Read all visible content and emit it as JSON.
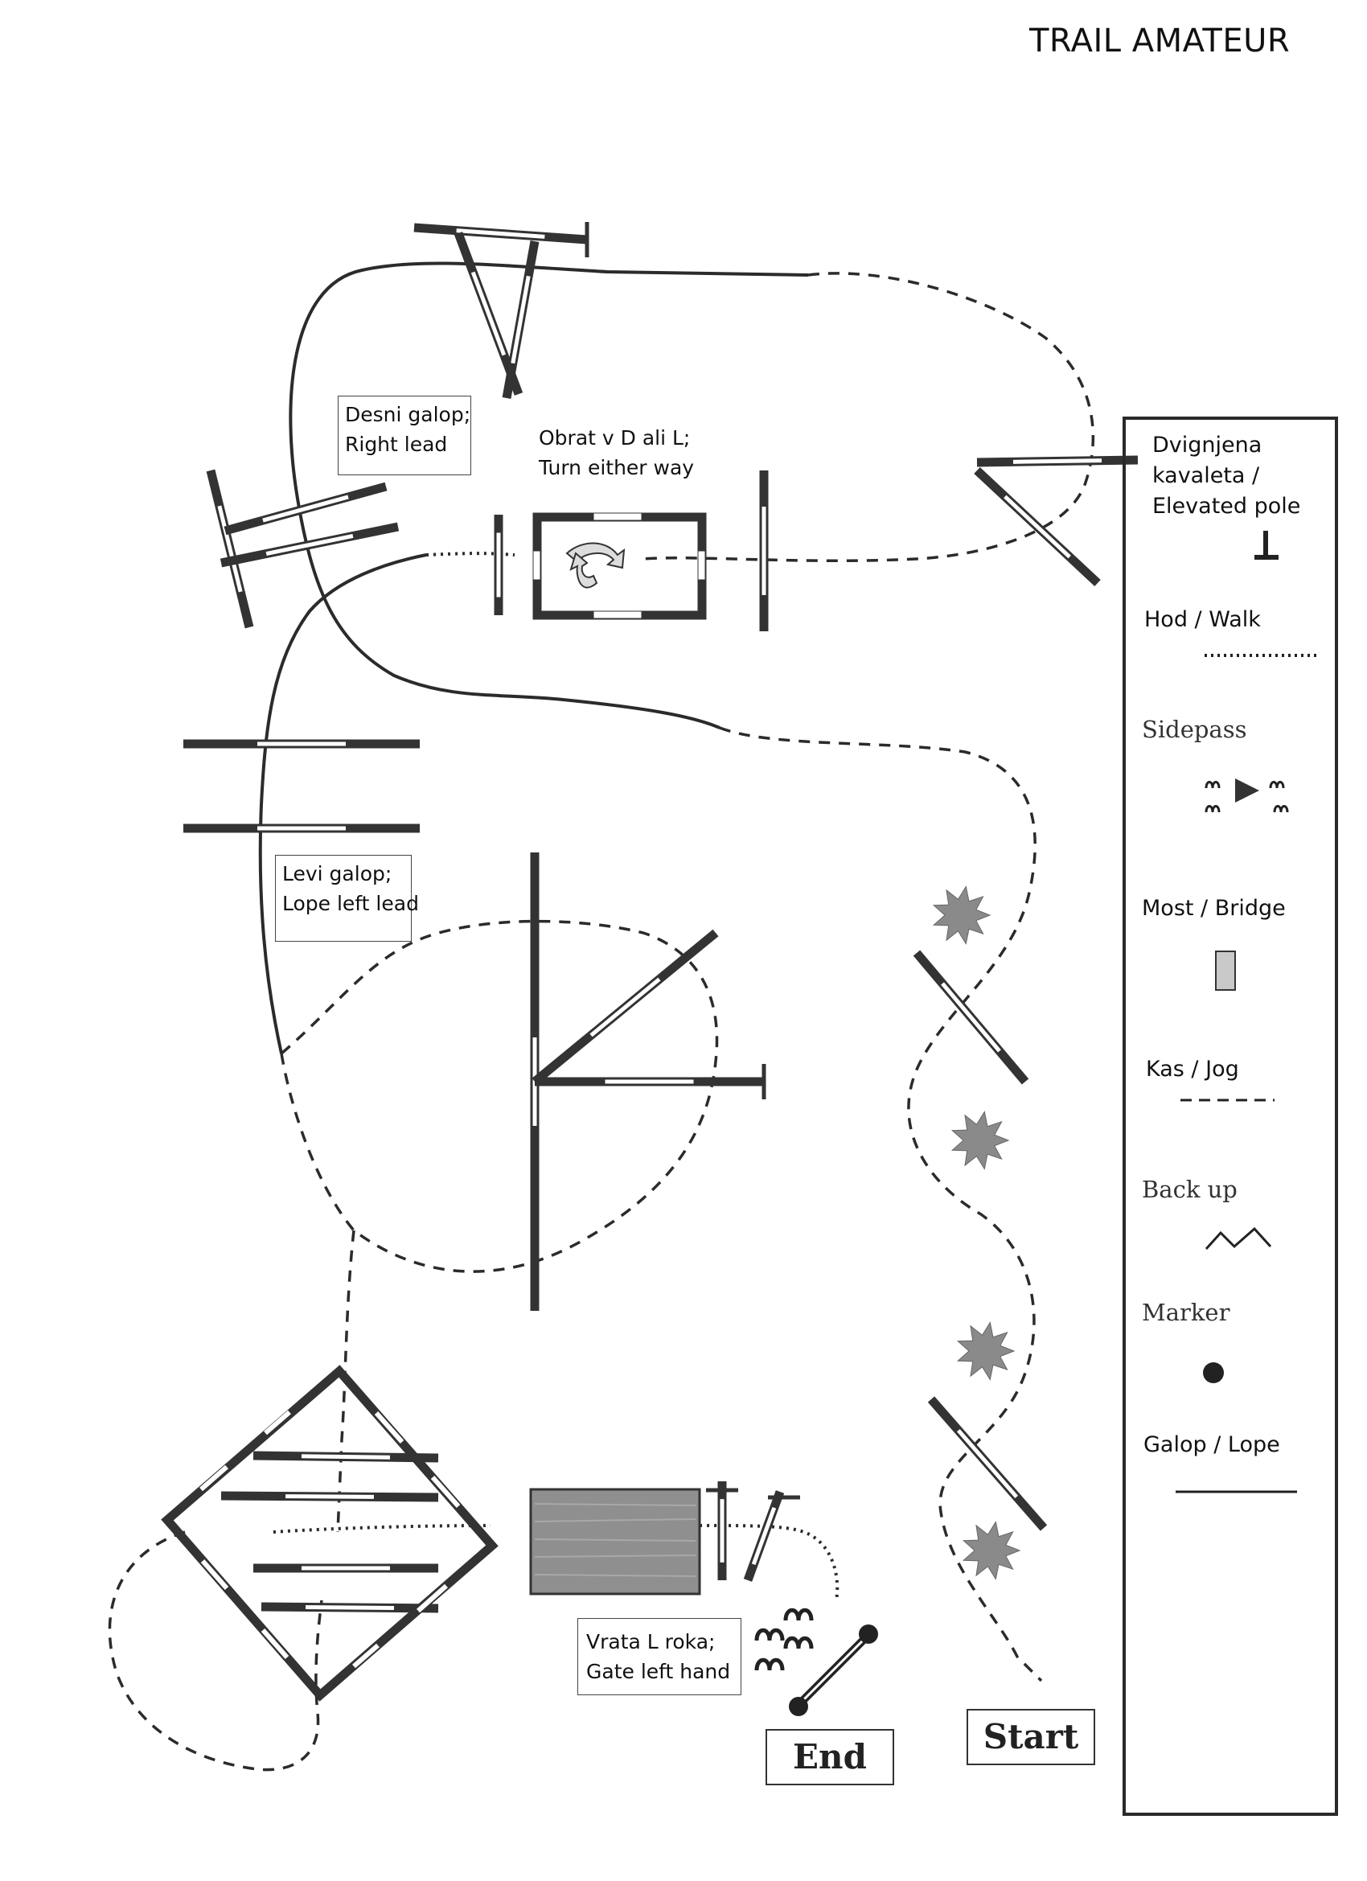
{
  "title": "TRAIL AMATEUR",
  "notes": {
    "right_lead": [
      "Desni galop;",
      "Right lead"
    ],
    "turn": [
      "Obrat v D ali L;",
      "Turn either way"
    ],
    "left_lead": [
      "Levi galop;",
      "Lope left lead"
    ],
    "gate": [
      "Vrata L roka;",
      "Gate left hand"
    ]
  },
  "labels": {
    "start": "Start",
    "end": "End"
  },
  "legend": {
    "elevated_pole": [
      "Dvignjena",
      "kavaleta /",
      "Elevated pole"
    ],
    "walk": "Hod / Walk",
    "sidepass": "Sidepass",
    "bridge": "Most / Bridge",
    "jog": "Kas / Jog",
    "backup": "Back up",
    "marker": "Marker",
    "lope": "Galop / Lope"
  },
  "colors": {
    "pole": "#333333",
    "line": "#2b2b2b",
    "bridge_fill": "#8f8f8f",
    "bush": "#8a8a8a"
  }
}
